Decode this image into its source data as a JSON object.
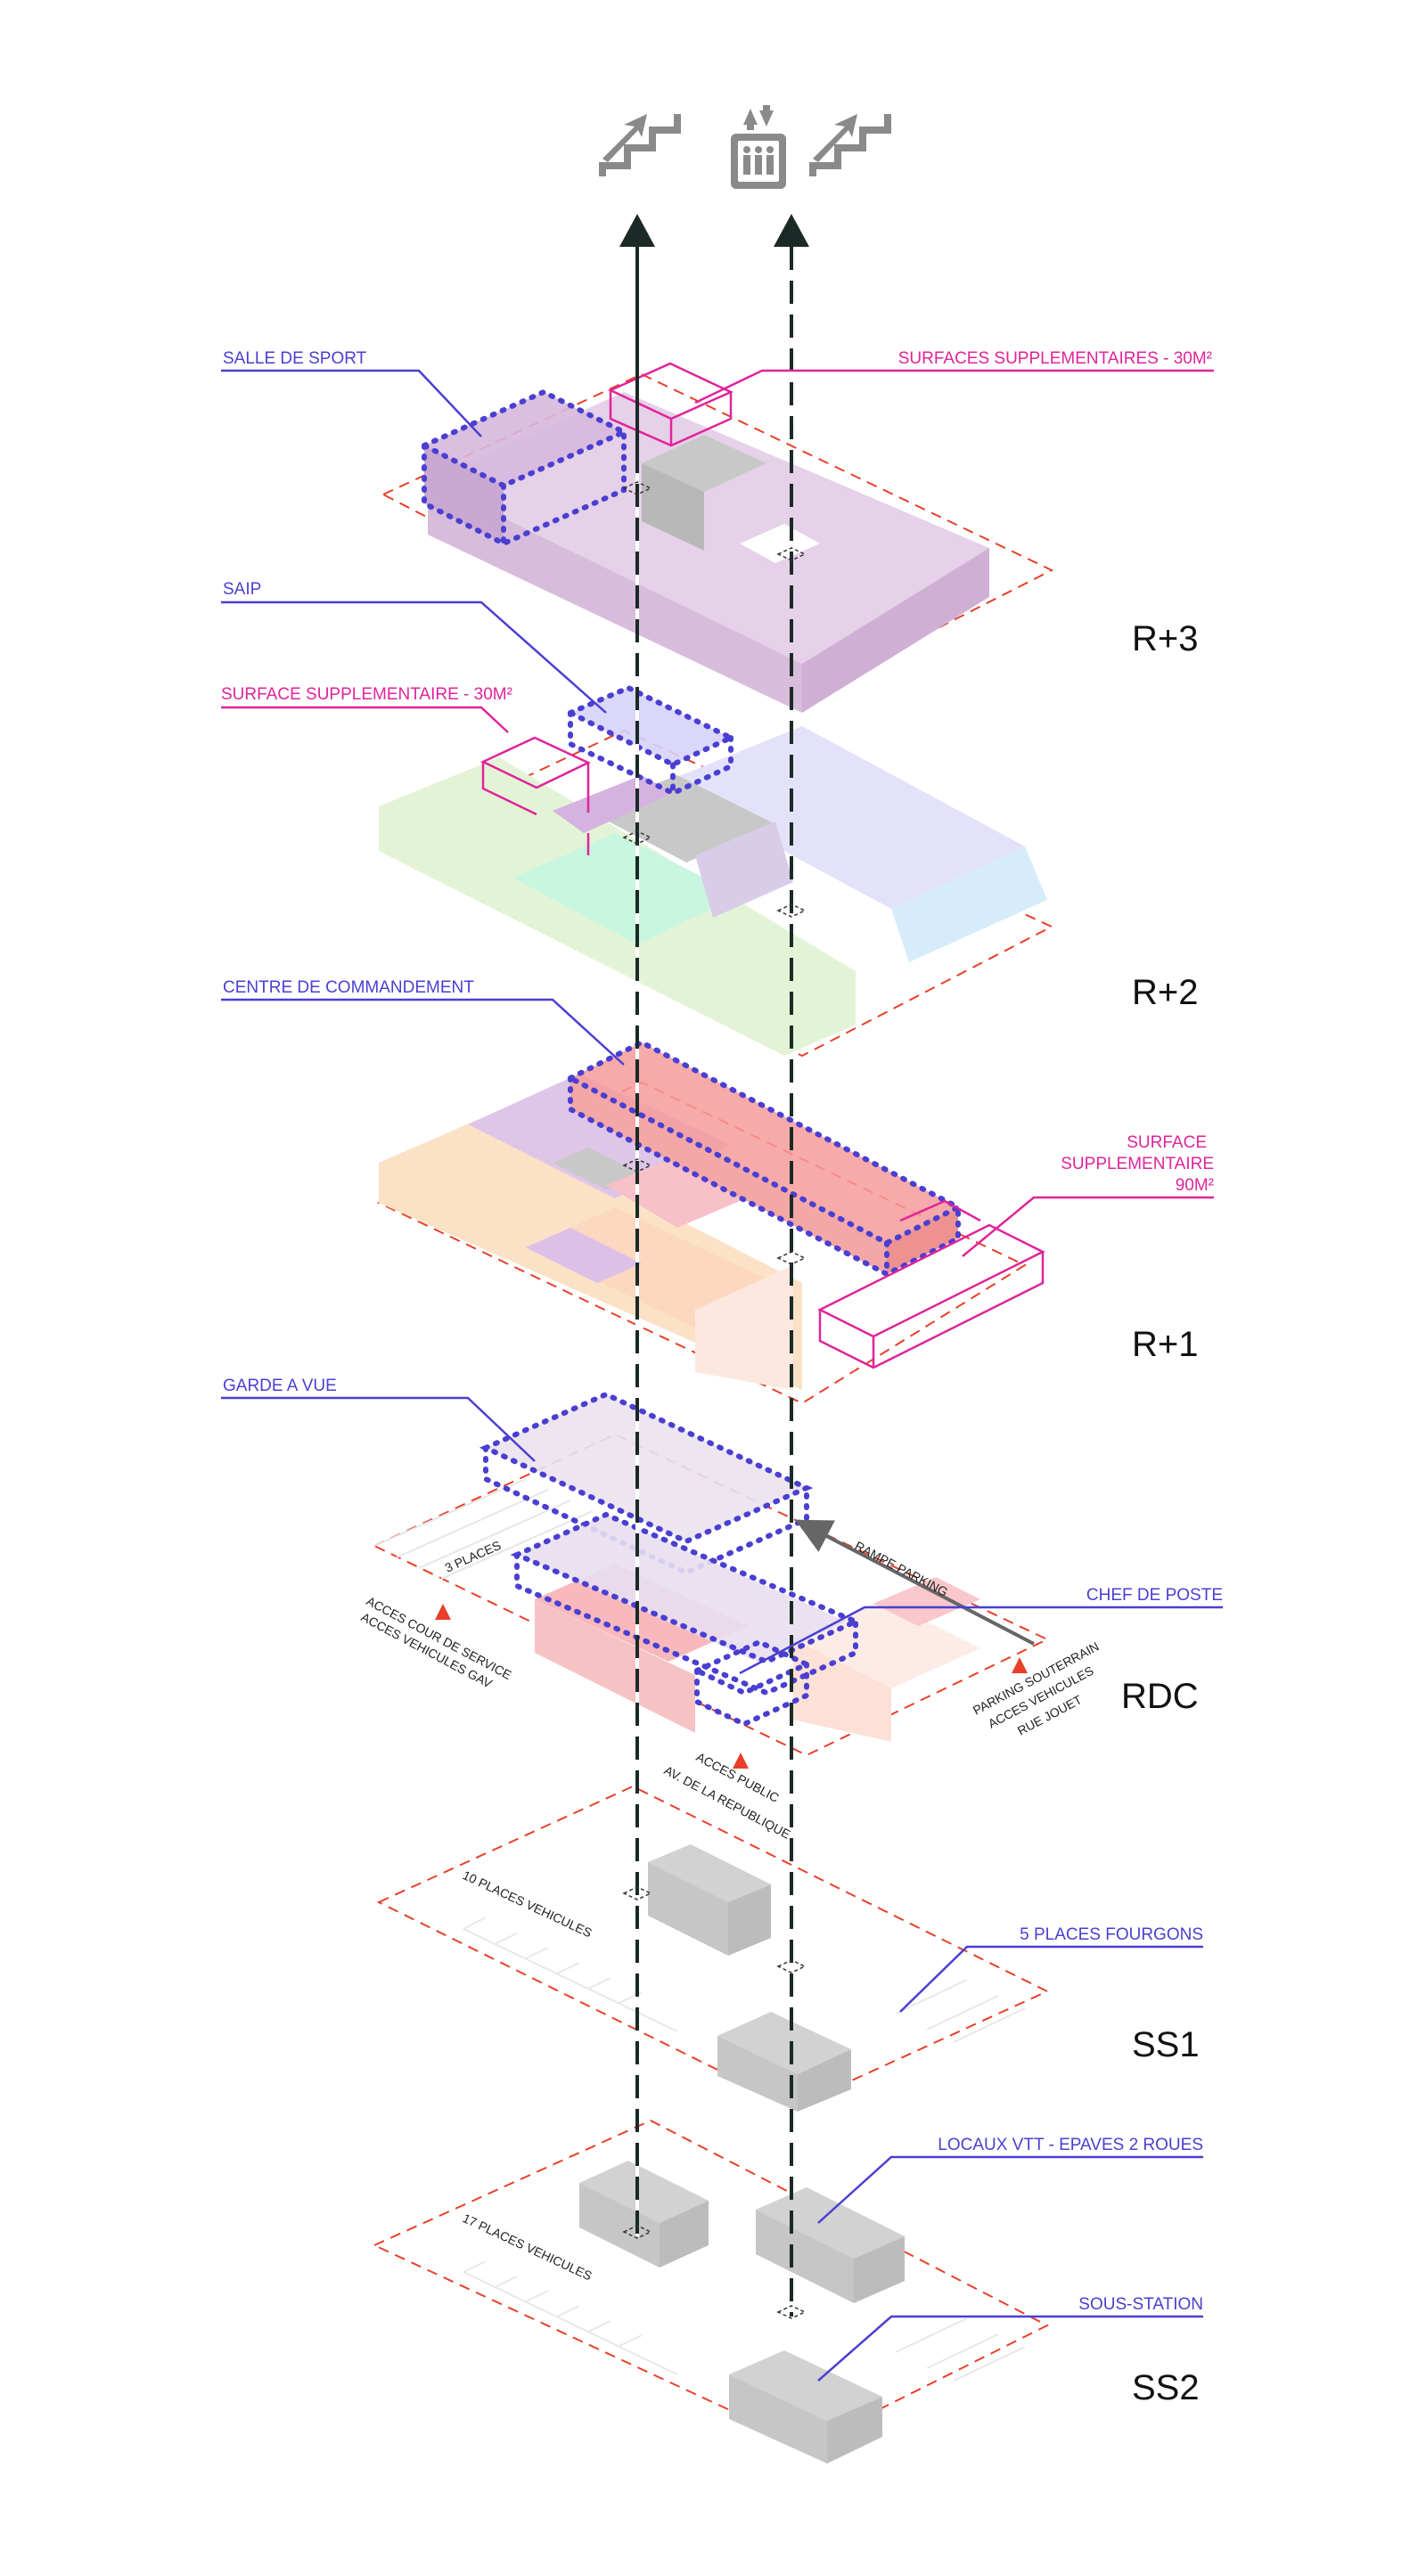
{
  "colors": {
    "blue": "#4a3fd1",
    "magenta": "#e0249a",
    "red": "#e8402a",
    "dark": "#1b2a26",
    "lavender": "#e2cce6",
    "grey": "#cfcfcf"
  },
  "icons": [
    "stairs-icon",
    "elevator-icon",
    "stairs-icon"
  ],
  "levels": {
    "r3": "R+3",
    "r2": "R+2",
    "r1": "R+1",
    "rdc": "RDC",
    "ss1": "SS1",
    "ss2": "SS2"
  },
  "callouts": {
    "salle_de_sport": "SALLE DE SPORT",
    "surfaces_supp_30": "SURFACES SUPPLEMENTAIRES - 30M²",
    "saip": "SAIP",
    "surface_supp_30": "SURFACE SUPPLEMENTAIRE - 30M²",
    "centre_commandement": "CENTRE DE COMMANDEMENT",
    "surface_supp_90": [
      "SURFACE",
      "SUPPLEMENTAIRE",
      "90M²"
    ],
    "garde_a_vue": "GARDE A VUE",
    "chef_de_poste": "CHEF DE POSTE",
    "places_fourgons": "5 PLACES FOURGONS",
    "locaux_vtt": "LOCAUX VTT - EPAVES 2 ROUES",
    "sous_station": "SOUS-STATION"
  },
  "notes": {
    "three_places": "3 PLACES",
    "rampe_parking": "RAMPE PARKING",
    "acces_cour": [
      "ACCES COUR DE SERVICE",
      "ACCES VEHICULES GAV"
    ],
    "acces_public": [
      "ACCES PUBLIC",
      "AV. DE LA REPUBLIQUE"
    ],
    "parking_souterrain": [
      "PARKING SOUTERRAIN",
      "ACCES VEHICULES",
      "RUE JOUET"
    ],
    "ten_places": "10 PLACES VEHICULES",
    "seventeen_places": "17 PLACES VEHICULES"
  }
}
